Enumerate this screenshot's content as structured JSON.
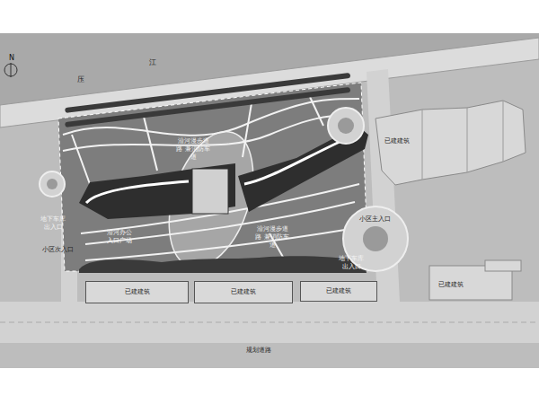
{
  "diagram": {
    "nodes": [
      {
        "text": [
          "已建建筑"
        ]
      },
      {
        "text": [
          "已建建筑"
        ]
      },
      {
        "text": [
          "已建建筑"
        ]
      },
      {
        "text": [
          "已建建筑"
        ]
      },
      {
        "text": [
          "已建建筑"
        ]
      }
    ],
    "labels": [
      "N",
      "压",
      "江",
      "沿河漫步道路 兼消防车道",
      "地下车库 出入口",
      "沿河办公 入口广场",
      "小区次入口",
      "沿河漫步道路 兼消防车道",
      "小区主入口",
      "地下车库 出入口",
      "规划道路"
    ]
  }
}
